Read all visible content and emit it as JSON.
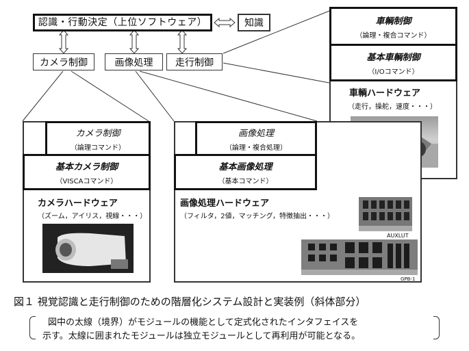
{
  "top": {
    "recognition": "認識・行動決定（上位ソフトウェア）",
    "knowledge": "知識",
    "camera_ctrl": "カメラ制御",
    "image_proc": "画像処理",
    "travel_ctrl": "走行制御"
  },
  "vehicle": {
    "ctrl_title": "車輌制御",
    "ctrl_sub": "（論理・複合コマンド）",
    "basic_title": "基本車輌制御",
    "basic_sub": "（I/Oコマンド）",
    "hw_title": "車輌ハードウェア",
    "hw_sub": "（走行，操舵，速度・・・）"
  },
  "camera": {
    "ctrl_title": "カメラ制御",
    "ctrl_sub": "（論理コマンド）",
    "basic_title": "基本カメラ制御",
    "basic_sub": "（VISCAコマンド）",
    "hw_title": "カメラハードウェア",
    "hw_sub": "（ズーム，アイリス，視線・・・）"
  },
  "image": {
    "ctrl_title": "画像処理",
    "ctrl_sub": "（論理・複合処理）",
    "basic_title": "基本画像処理",
    "basic_sub": "（基本コマンド）",
    "hw_title": "画像処理ハードウェア",
    "hw_sub": "（フィルタ，2値，マッチング，特徴抽出・・・）",
    "board1_label": "AUXLUT",
    "board2_label": "GPB-1"
  },
  "caption": {
    "figure": "図１ 視覚認識と走行制御のための階層化システム設計と実装例（斜体部分）",
    "note_line1": "図中の太線（境界）がモジュールの機能として定式化されたインタフェイスを",
    "note_line2": "示す。太線に囲まれたモジュールは独立モジュールとして再利用が可能となる。"
  }
}
